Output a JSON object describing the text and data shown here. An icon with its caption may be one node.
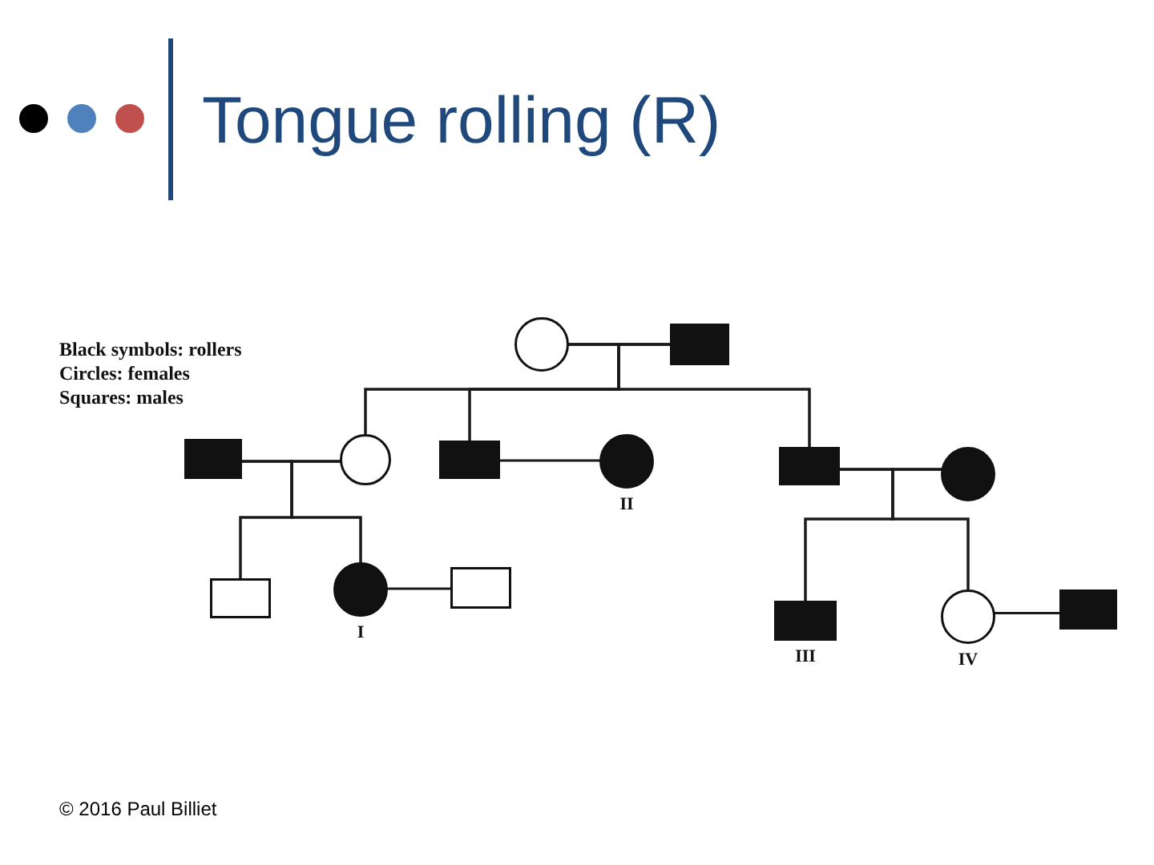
{
  "diagram": {
    "title": "Tongue rolling (R)",
    "nodes": [
      {
        "text": [],
        "shape": "circle"
      },
      {
        "text": [],
        "shape": "box"
      },
      {
        "text": [],
        "shape": "box"
      },
      {
        "text": [],
        "shape": "circle"
      },
      {
        "text": [],
        "shape": "box"
      },
      {
        "text": [],
        "shape": "circle",
        "beside": [
          "II"
        ]
      },
      {
        "text": [],
        "shape": "box"
      },
      {
        "text": [],
        "shape": "circle"
      },
      {
        "text": [],
        "shape": "box"
      },
      {
        "text": [],
        "shape": "circle",
        "beside": [
          "I"
        ]
      },
      {
        "text": [],
        "shape": "box"
      },
      {
        "text": [],
        "shape": "box",
        "beside": [
          "III"
        ]
      },
      {
        "text": [],
        "shape": "circle",
        "beside": [
          "IV"
        ]
      },
      {
        "text": [],
        "shape": "box"
      }
    ],
    "edges": [
      {
        "from": 0,
        "to": 1,
        "arrow": "none"
      },
      {
        "from": 0,
        "to": 3,
        "arrow": "none"
      },
      {
        "from": 0,
        "to": 4,
        "arrow": "none"
      },
      {
        "from": 0,
        "to": 6,
        "arrow": "none"
      },
      {
        "from": 1,
        "to": 3,
        "arrow": "none"
      },
      {
        "from": 1,
        "to": 4,
        "arrow": "none"
      },
      {
        "from": 1,
        "to": 6,
        "arrow": "none"
      },
      {
        "from": 2,
        "to": 3,
        "arrow": "none"
      },
      {
        "from": 4,
        "to": 5,
        "arrow": "none"
      },
      {
        "from": 6,
        "to": 7,
        "arrow": "none"
      },
      {
        "from": 2,
        "to": 8,
        "arrow": "none"
      },
      {
        "from": 2,
        "to": 9,
        "arrow": "none"
      },
      {
        "from": 3,
        "to": 8,
        "arrow": "none"
      },
      {
        "from": 3,
        "to": 9,
        "arrow": "none"
      },
      {
        "from": 6,
        "to": 11,
        "arrow": "none"
      },
      {
        "from": 6,
        "to": 12,
        "arrow": "none"
      },
      {
        "from": 7,
        "to": 11,
        "arrow": "none"
      },
      {
        "from": 7,
        "to": 12,
        "arrow": "none"
      },
      {
        "from": 9,
        "to": 10,
        "arrow": "none"
      },
      {
        "from": 12,
        "to": 13,
        "arrow": "none"
      }
    ],
    "labels": [
      "Black symbols: rollers",
      "Circles: females",
      "Squares: males",
      "© 2016 Paul Billiet"
    ]
  }
}
